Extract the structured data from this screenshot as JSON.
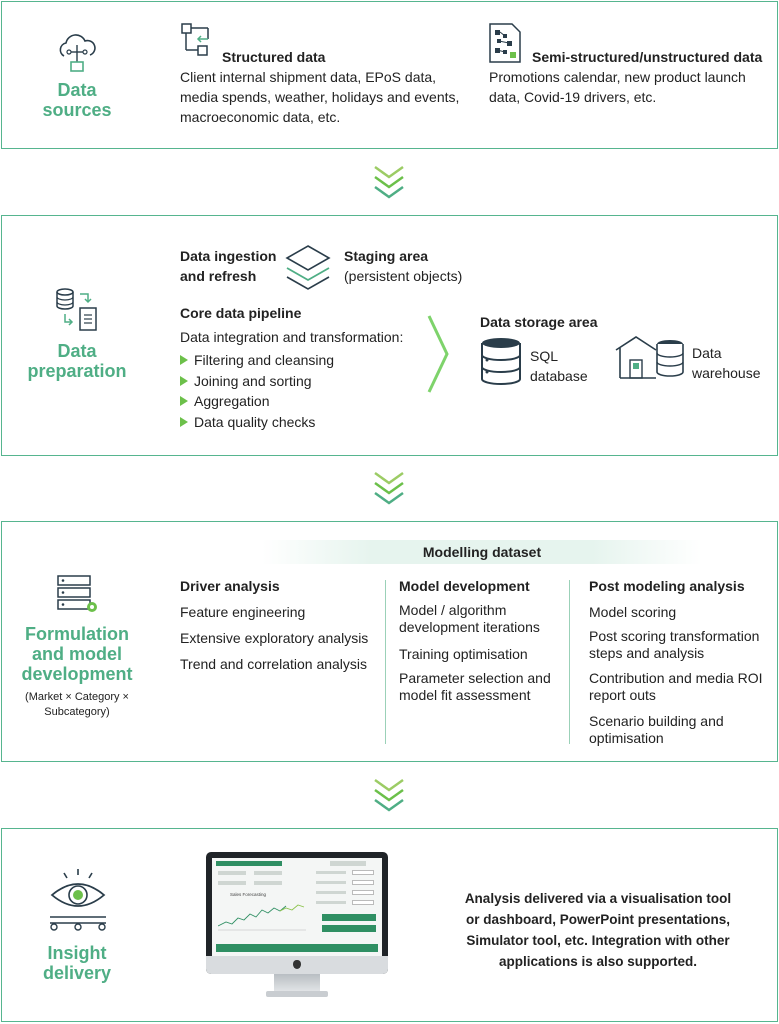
{
  "sources": {
    "title_line1": "Data",
    "title_line2": "sources",
    "structured_title": "Structured data",
    "structured_text": [
      "Client internal shipment data, EPoS data,",
      "media spends, weather, holidays and events,",
      "macroeconomic data, etc."
    ],
    "semi_title": "Semi-structured/unstructured data",
    "semi_text": [
      "Promotions calendar, new product launch",
      "data, Covid-19 drivers, etc."
    ]
  },
  "preparation": {
    "title_line1": "Data",
    "title_line2": "preparation",
    "ingestion": [
      "Data ingestion",
      "and refresh"
    ],
    "staging_title": "Staging area",
    "staging_sub": "(persistent objects)",
    "pipeline_title": "Core data pipeline",
    "pipeline_intro": "Data integration and transformation:",
    "pipeline_items": [
      "Filtering and cleansing",
      "Joining and sorting",
      "Aggregation",
      "Data quality checks"
    ],
    "storage_title": "Data storage area",
    "sql": [
      "SQL",
      "database"
    ],
    "warehouse": [
      "Data",
      "warehouse"
    ]
  },
  "modelling": {
    "title_lines": [
      "Formulation",
      "and model",
      "development"
    ],
    "subtitle": [
      "(Market × Category ×",
      "Subcategory)"
    ],
    "dataset_label": "Modelling dataset",
    "columns": [
      {
        "title": "Driver analysis",
        "items": [
          "Feature engineering",
          "Extensive exploratory analysis",
          "Trend and correlation analysis"
        ]
      },
      {
        "title": "Model development",
        "items": [
          "Model / algorithm development iterations",
          "Training optimisation",
          "Parameter selection and model fit assessment"
        ]
      },
      {
        "title": "Post modeling analysis",
        "items": [
          "Model scoring",
          "Post scoring transformation steps and analysis",
          "Contribution and media ROI report outs",
          "Scenario building and optimisation"
        ]
      }
    ]
  },
  "insight": {
    "title_line1": "Insight",
    "title_line2": "delivery",
    "screen_chart_title": "Sales Forecasting",
    "description": [
      "Analysis delivered via a visualisation tool",
      "or dashboard, PowerPoint presentations,",
      "Simulator tool, etc. Integration with other",
      "applications is also supported."
    ]
  },
  "colors": {
    "accent": "#4fae85",
    "accent_light": "#6cc04a",
    "border": "#56b58f"
  }
}
